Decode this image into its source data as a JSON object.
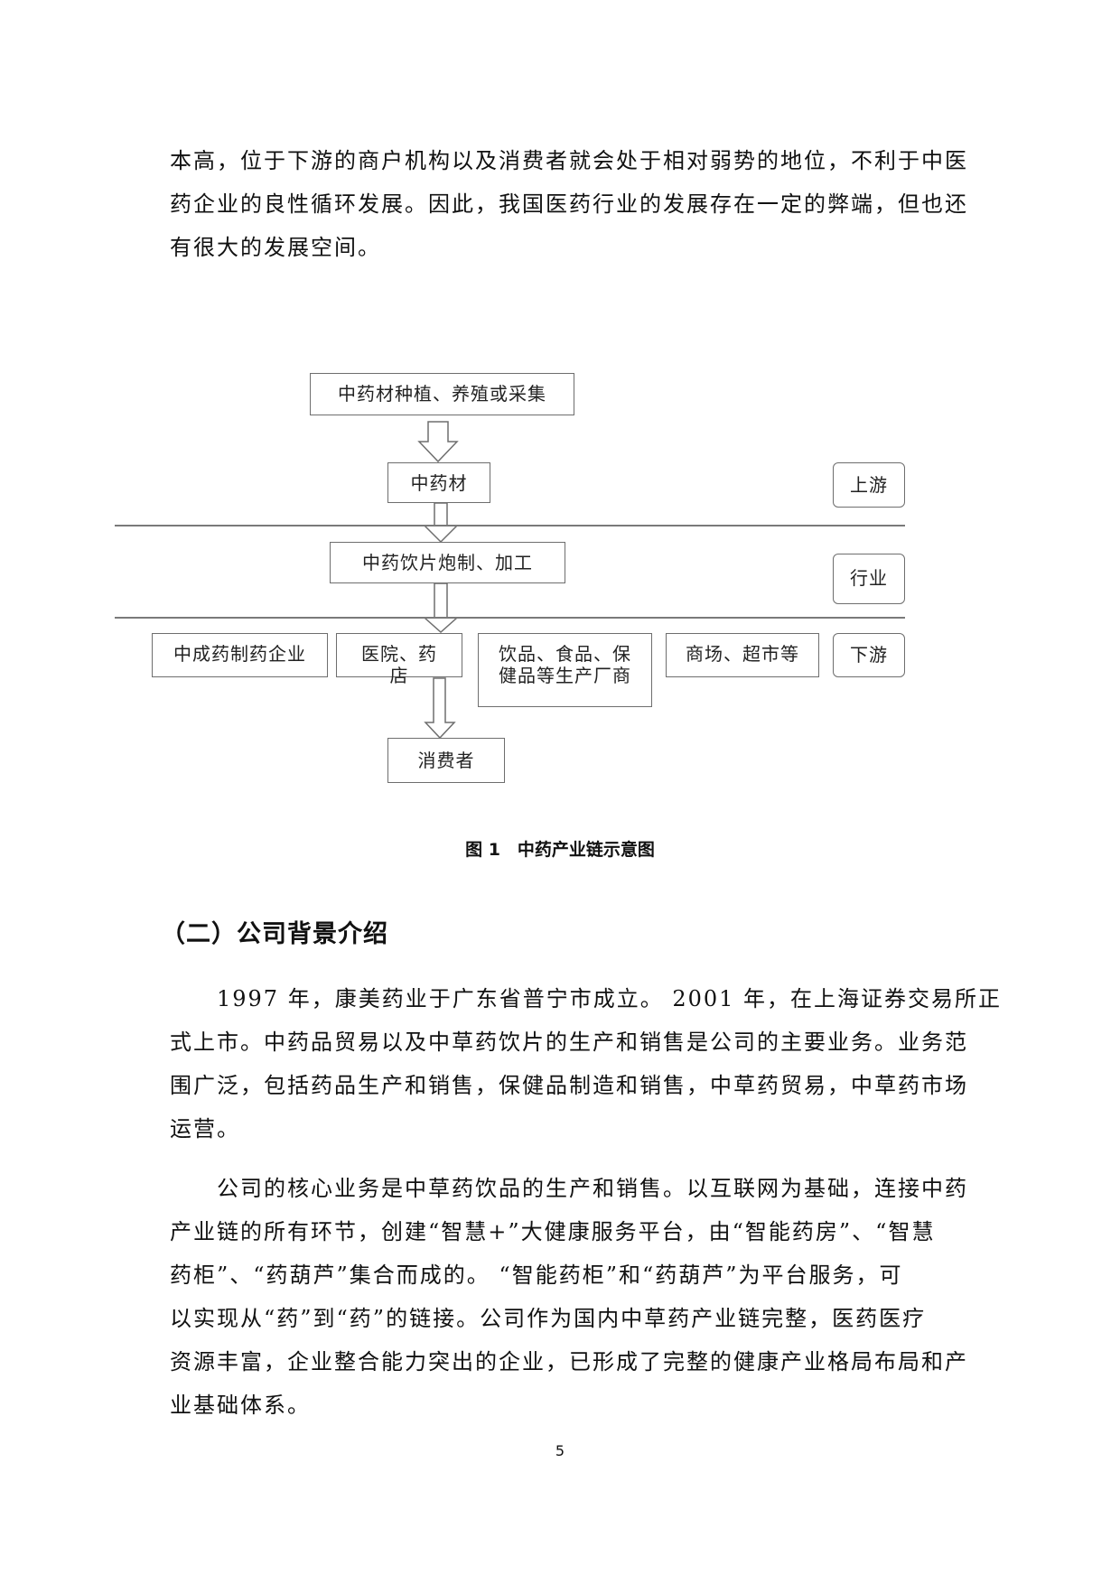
{
  "page": {
    "number": "5"
  },
  "intro_paragraph": {
    "lines": [
      "本高，位于下游的商户机构以及消费者就会处于相对弱势的地位，不利于中医",
      "药企业的良性循环发展。因此，我国医药行业的发展存在一定的弊端，但也还",
      "有很大的发展空间。"
    ]
  },
  "figure": {
    "caption": "图 1　中药产业链示意图",
    "nodes": {
      "cultivation": "中药材种植、养殖或采集",
      "herbs": "中药材",
      "processing": "中药饮片炮制、加工",
      "patent_medicine": "中成药制药企业",
      "hospital_pharmacy": "医院、药店",
      "food_health": "饮品、食品、保健品等生产厂商",
      "mall_supermarket": "商场、超市等",
      "consumer": "消费者"
    },
    "stage_labels": {
      "upstream": "上游",
      "industry": "行业",
      "downstream": "下游"
    },
    "colors": {
      "box_border": "#6e6e6e",
      "line": "#7a7a7a"
    }
  },
  "section": {
    "heading": "（二）公司背景介绍",
    "paragraphs": [
      {
        "lines": [
          "1997 年，康美药业于广东省普宁市成立。 2001 年，在上海证券交易所正",
          "式上市。中药品贸易以及中草药饮片的生产和销售是公司的主要业务。业务范",
          "围广泛，包括药品生产和销售，保健品制造和销售，中草药贸易，中草药市场",
          "运营。"
        ]
      },
      {
        "lines": [
          "公司的核心业务是中草药饮品的生产和销售。以互联网为基础，连接中药",
          "产业链的所有环节，创建“智慧+”大健康服务平台，由“智能药房”、“智慧",
          "药柜”、“药葫芦”集合而成的。 “智能药柜”和“药葫芦”为平台服务，可",
          "以实现从“药”到“药”的链接。公司作为国内中草药产业链完整，医药医疗",
          "资源丰富，企业整合能力突出的企业，已形成了完整的健康产业格局布局和产",
          "业基础体系。"
        ]
      }
    ]
  }
}
